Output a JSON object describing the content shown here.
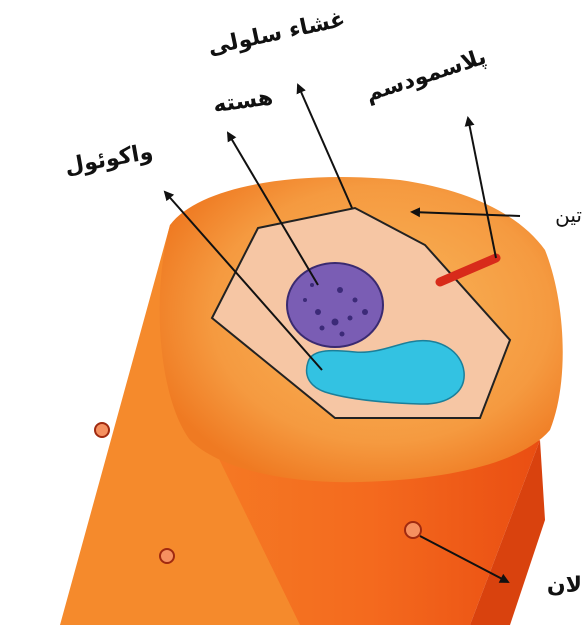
{
  "labels": {
    "cell_membrane": "غشاء سلولی",
    "plasmodesma": "پلاسمودسم",
    "nucleus": "هسته",
    "vacuole": "واکوئول",
    "lignin": "تین",
    "pit": "لان"
  },
  "colors": {
    "wall_outer": "#f05a14",
    "wall_front": "#f46a1e",
    "wall_front_dark": "#e84a10",
    "wall_top": "#f7a64a",
    "cytoplasm": "#f6c7a6",
    "nucleus": "#7a5db4",
    "vacuole": "#33c2e2",
    "plasmodesma": "#d82b1a",
    "arrow": "#111111"
  }
}
